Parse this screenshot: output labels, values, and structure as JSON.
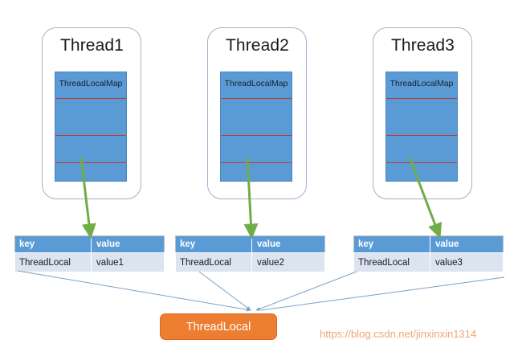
{
  "diagram": {
    "title": "ThreadLocal structure diagram",
    "background": "#ffffff",
    "colors": {
      "panel_border": "#9db3cc",
      "map_fill": "#5b9bd5",
      "map_divider": "#c0392b",
      "table_header": "#5b9bd5",
      "table_row": "#dbe4f0",
      "green_arrow": "#70ad47",
      "blue_connector": "#7ba2c8",
      "threadlocal_fill": "#ed7d31",
      "watermark": "#f0a06a"
    }
  },
  "threads": [
    {
      "title": "Thread1",
      "map_label": "ThreadLocalMap",
      "table": {
        "headers": [
          "key",
          "value"
        ],
        "rows": [
          [
            "ThreadLocal",
            "value1"
          ]
        ]
      }
    },
    {
      "title": "Thread2",
      "map_label": "ThreadLocalMap",
      "table": {
        "headers": [
          "key",
          "value"
        ],
        "rows": [
          [
            "ThreadLocal",
            "value2"
          ]
        ]
      }
    },
    {
      "title": "Thread3",
      "map_label": "ThreadLocalMap",
      "table": {
        "headers": [
          "key",
          "value"
        ],
        "rows": [
          [
            "ThreadLocal",
            "value3"
          ]
        ]
      }
    }
  ],
  "shared": {
    "threadlocal_label": "ThreadLocal"
  },
  "watermark": {
    "text": "https://blog.csdn.net/jinxinxin1314"
  }
}
